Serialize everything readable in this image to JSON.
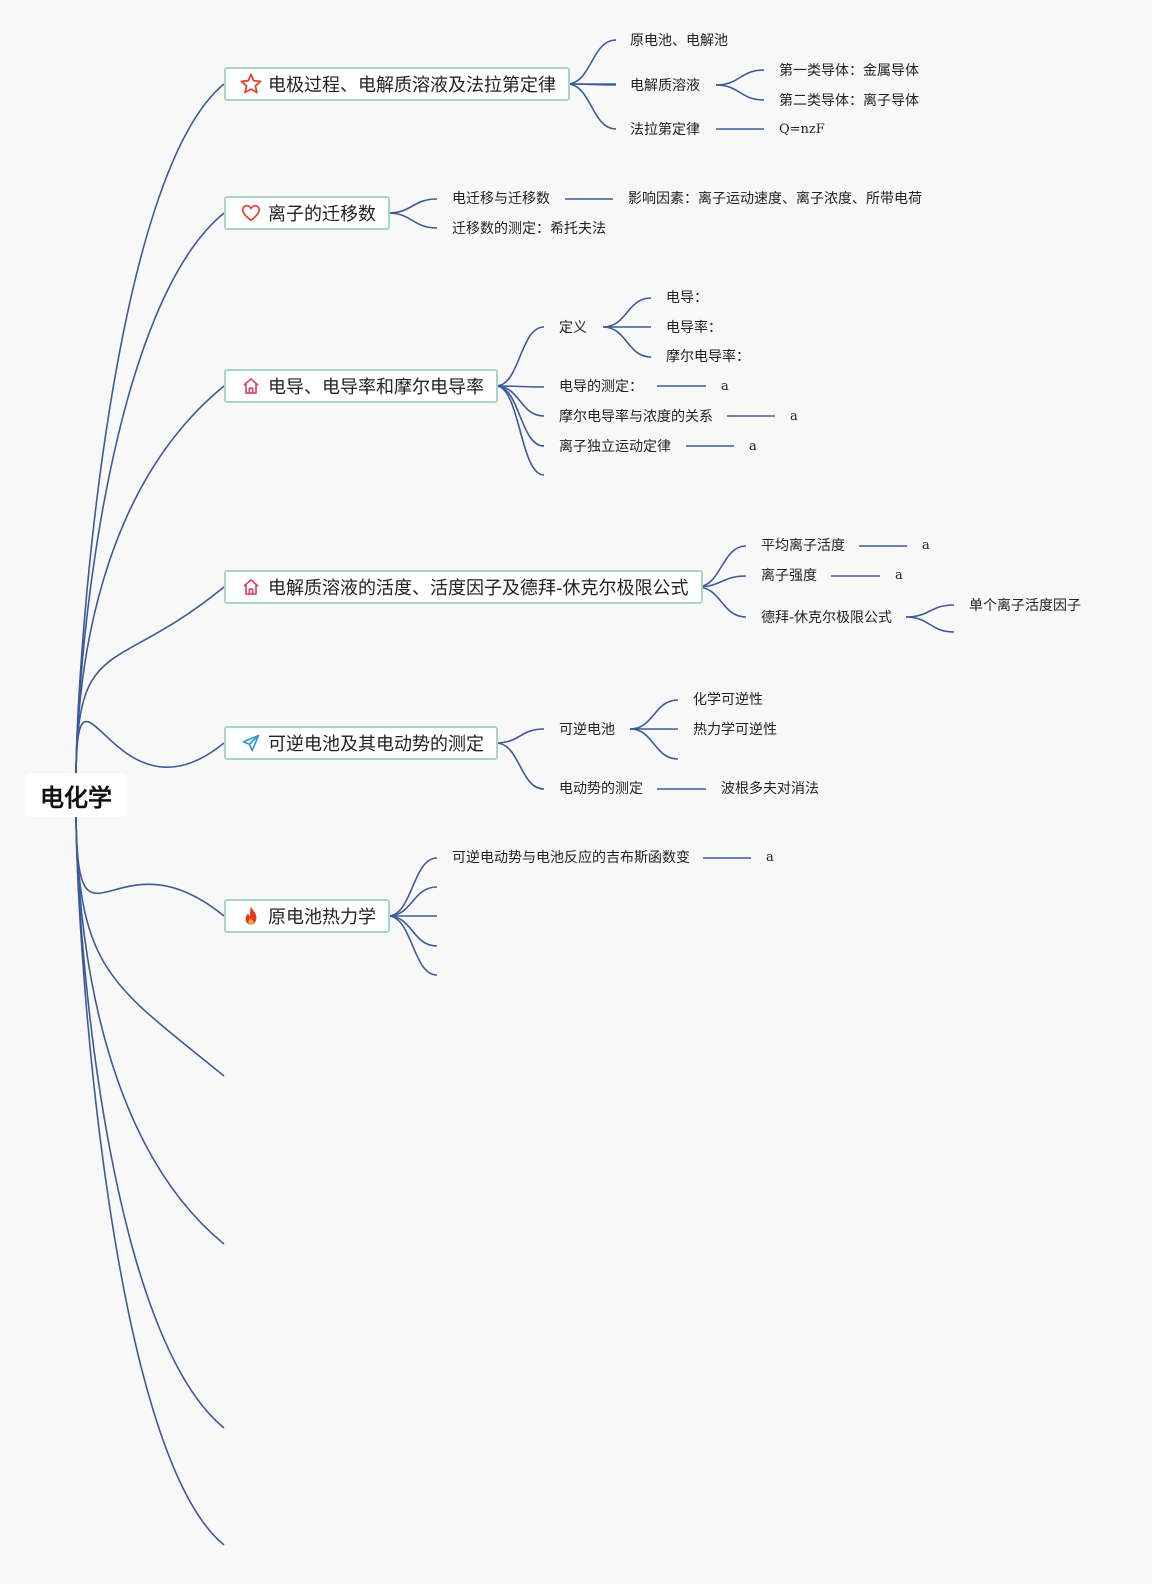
{
  "root": {
    "label": "电化学"
  },
  "colors": {
    "line": "#3d5a98",
    "topic_border": "#a8d5c8",
    "background": "#f8f8f9"
  },
  "topics": [
    {
      "label": "电极过程、电解质溶液及法拉第定律",
      "icon": "star-icon",
      "children": [
        {
          "label": "原电池、电解池"
        },
        {
          "label": "电解质溶液",
          "children": [
            {
              "label": "第一类导体：金属导体"
            },
            {
              "label": "第二类导体：离子导体"
            }
          ]
        },
        {
          "label": "法拉第定律",
          "children": [
            {
              "label": "Q=nzF"
            }
          ]
        }
      ]
    },
    {
      "label": "离子的迁移数",
      "icon": "heart-icon",
      "children": [
        {
          "label": "电迁移与迁移数",
          "children": [
            {
              "label": "影响因素：离子运动速度、离子浓度、所带电荷"
            }
          ]
        },
        {
          "label": "迁移数的测定：希托夫法"
        }
      ]
    },
    {
      "label": "电导、电导率和摩尔电导率",
      "icon": "home-icon",
      "children": [
        {
          "label": "定义",
          "children": [
            {
              "label": "电导："
            },
            {
              "label": "电导率："
            },
            {
              "label": "摩尔电导率："
            }
          ]
        },
        {
          "label": "电导的测定：",
          "children": [
            {
              "label": "a"
            }
          ]
        },
        {
          "label": "摩尔电导率与浓度的关系",
          "children": [
            {
              "label": "a"
            }
          ]
        },
        {
          "label": "离子独立运动定律",
          "children": [
            {
              "label": "a"
            }
          ]
        },
        {
          "label": ""
        }
      ]
    },
    {
      "label": "电解质溶液的活度、活度因子及德拜-休克尔极限公式",
      "icon": "home-icon",
      "children": [
        {
          "label": "平均离子活度",
          "children": [
            {
              "label": "a"
            }
          ]
        },
        {
          "label": "离子强度",
          "children": [
            {
              "label": "a"
            }
          ]
        },
        {
          "label": "德拜-休克尔极限公式",
          "children": [
            {
              "label": "单个离子活度因子"
            },
            {
              "label": ""
            }
          ]
        }
      ]
    },
    {
      "label": "可逆电池及其电动势的测定",
      "icon": "paper-plane-icon",
      "children": [
        {
          "label": "可逆电池",
          "children": [
            {
              "label": "化学可逆性"
            },
            {
              "label": "热力学可逆性"
            },
            {
              "label": ""
            }
          ]
        },
        {
          "label": "电动势的测定",
          "children": [
            {
              "label": "波根多夫对消法"
            }
          ]
        }
      ]
    },
    {
      "label": "原电池热力学",
      "icon": "fire-icon",
      "children": [
        {
          "label": "可逆电动势与电池反应的吉布斯函数变",
          "children": [
            {
              "label": "a"
            }
          ]
        },
        {
          "label": ""
        },
        {
          "label": ""
        },
        {
          "label": ""
        },
        {
          "label": ""
        }
      ]
    }
  ]
}
